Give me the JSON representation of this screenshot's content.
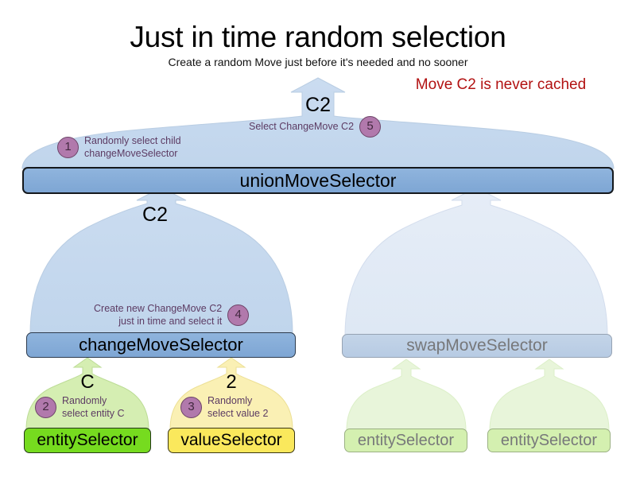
{
  "header": {
    "title": "Just in time random selection",
    "subtitle": "Create a random Move just before it's needed and no sooner",
    "note": "Move C2 is never cached",
    "note_color": "#B21212"
  },
  "colors": {
    "selector_blue_fill": "#7ea6d4",
    "flare_blue_fill": "#c3d8ef",
    "flare_blue_faded": "#e2eaf5",
    "entity_green_fill": "#76db1f",
    "flare_green_fill": "#d5eeb2",
    "flare_green_faded": "#e8f5da",
    "value_yellow_fill": "#fae85c",
    "flare_yellow_fill": "#faf0b4",
    "badge_purple_fill": "#b179ac",
    "badge_purple_border": "#6d4468",
    "faded_text": "#77787a"
  },
  "nodes": {
    "union_move_selector": {
      "label": "unionMoveSelector"
    },
    "change_move_selector": {
      "label": "changeMoveSelector"
    },
    "swap_move_selector": {
      "label": "swapMoveSelector"
    },
    "entity_selector_main": {
      "label": "entitySelector"
    },
    "value_selector_main": {
      "label": "valueSelector"
    },
    "entity_selector_faded_a": {
      "label": "entitySelector"
    },
    "entity_selector_faded_b": {
      "label": "entitySelector"
    }
  },
  "flare_labels": {
    "union": "C2",
    "change": "C2",
    "entity": "C",
    "value": "2"
  },
  "annotations": [
    {
      "number": "1",
      "text": "Randomly select child\nchangeMoveSelector",
      "badge_side": "left"
    },
    {
      "number": "2",
      "text": "Randomly\nselect entity C",
      "badge_side": "left"
    },
    {
      "number": "3",
      "text": "Randomly\nselect value 2",
      "badge_side": "left"
    },
    {
      "number": "4",
      "text": "Create new ChangeMove C2\njust in time and select it",
      "badge_side": "right"
    },
    {
      "number": "5",
      "text": "Select ChangeMove C2",
      "badge_side": "right"
    }
  ]
}
